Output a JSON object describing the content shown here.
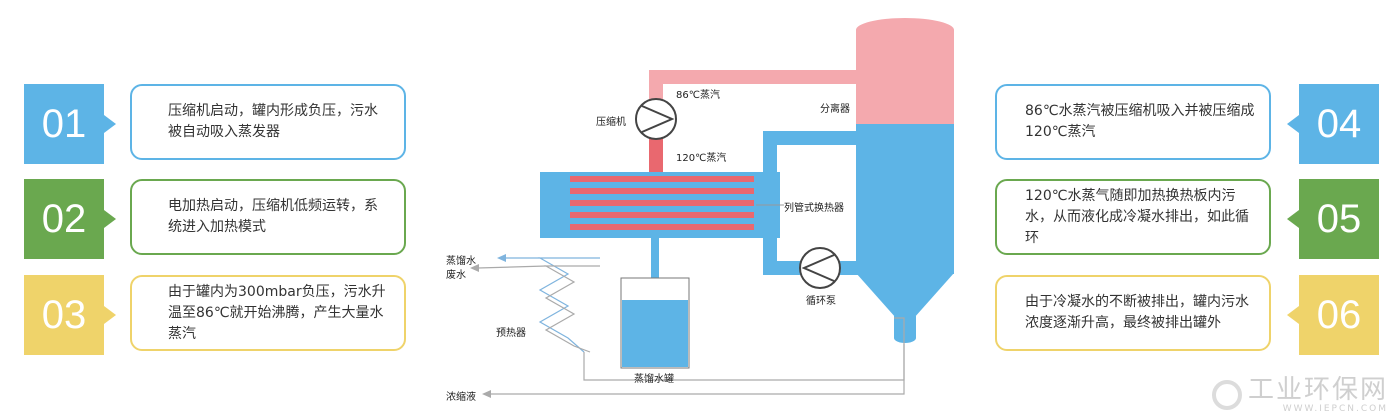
{
  "colors": {
    "blue": "#5db4e6",
    "green": "#6aa84f",
    "yellow": "#efd36a",
    "pink": "#f4a9ae",
    "red": "#e9686f"
  },
  "steps": [
    {
      "num": "01",
      "text": "压缩机启动，罐内形成负压，污水被自动吸入蒸发器"
    },
    {
      "num": "02",
      "text": "电加热启动，压缩机低频运转，系统进入加热模式"
    },
    {
      "num": "03",
      "text": "由于罐内为300mbar负压，污水升温至86℃就开始沸腾，产生大量水蒸汽"
    },
    {
      "num": "04",
      "text": "86℃水蒸汽被压缩机吸入并被压缩成120℃蒸汽"
    },
    {
      "num": "05",
      "text": "120℃水蒸气随即加热换热板内污水，从而液化成冷凝水排出，如此循环"
    },
    {
      "num": "06",
      "text": "由于冷凝水的不断被排出，罐内污水浓度逐渐升高，最终被排出罐外"
    }
  ],
  "diagram": {
    "steam86": "86℃蒸汽",
    "compressor": "压缩机",
    "separator": "分离器",
    "steam120": "120℃蒸汽",
    "heat_exchanger": "列管式换热器",
    "circ_pump": "循环泵",
    "distilled_water": "蒸馏水",
    "waste_water": "废水",
    "preheater": "预热器",
    "distilled_tank": "蒸馏水罐",
    "concentrate": "浓缩液"
  },
  "watermark": {
    "name": "工业环保网",
    "url": "WWW.IEPCN.COM"
  }
}
